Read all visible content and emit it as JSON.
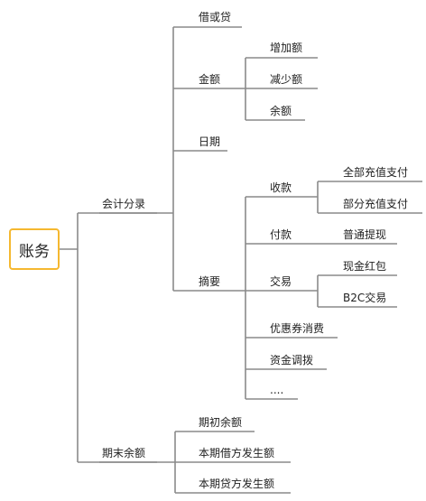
{
  "root": "账务",
  "branches": {
    "accounting_entry": "会计分录",
    "closing_balance": "期末余额"
  },
  "accounting_entry": {
    "debit_credit": "借或贷",
    "amount": "金额",
    "amount_children": [
      "增加额",
      "减少额",
      "余额"
    ],
    "date": "日期",
    "summary": "摘要"
  },
  "summary": {
    "receive": "收款",
    "receive_children": [
      "全部充值支付",
      "部分充值支付"
    ],
    "pay": "付款",
    "pay_children": [
      "普通提现"
    ],
    "trade": "交易",
    "trade_children": [
      "现金红包",
      "B2C交易"
    ],
    "coupon": "优惠券消费",
    "fund_transfer": "资金调拨",
    "more": "...."
  },
  "closing_balance": {
    "children": [
      "期初余额",
      "本期借方发生额",
      "本期贷方发生额"
    ]
  },
  "colors": {
    "line": "#8a8a8a",
    "root_border": "#f5b830"
  }
}
